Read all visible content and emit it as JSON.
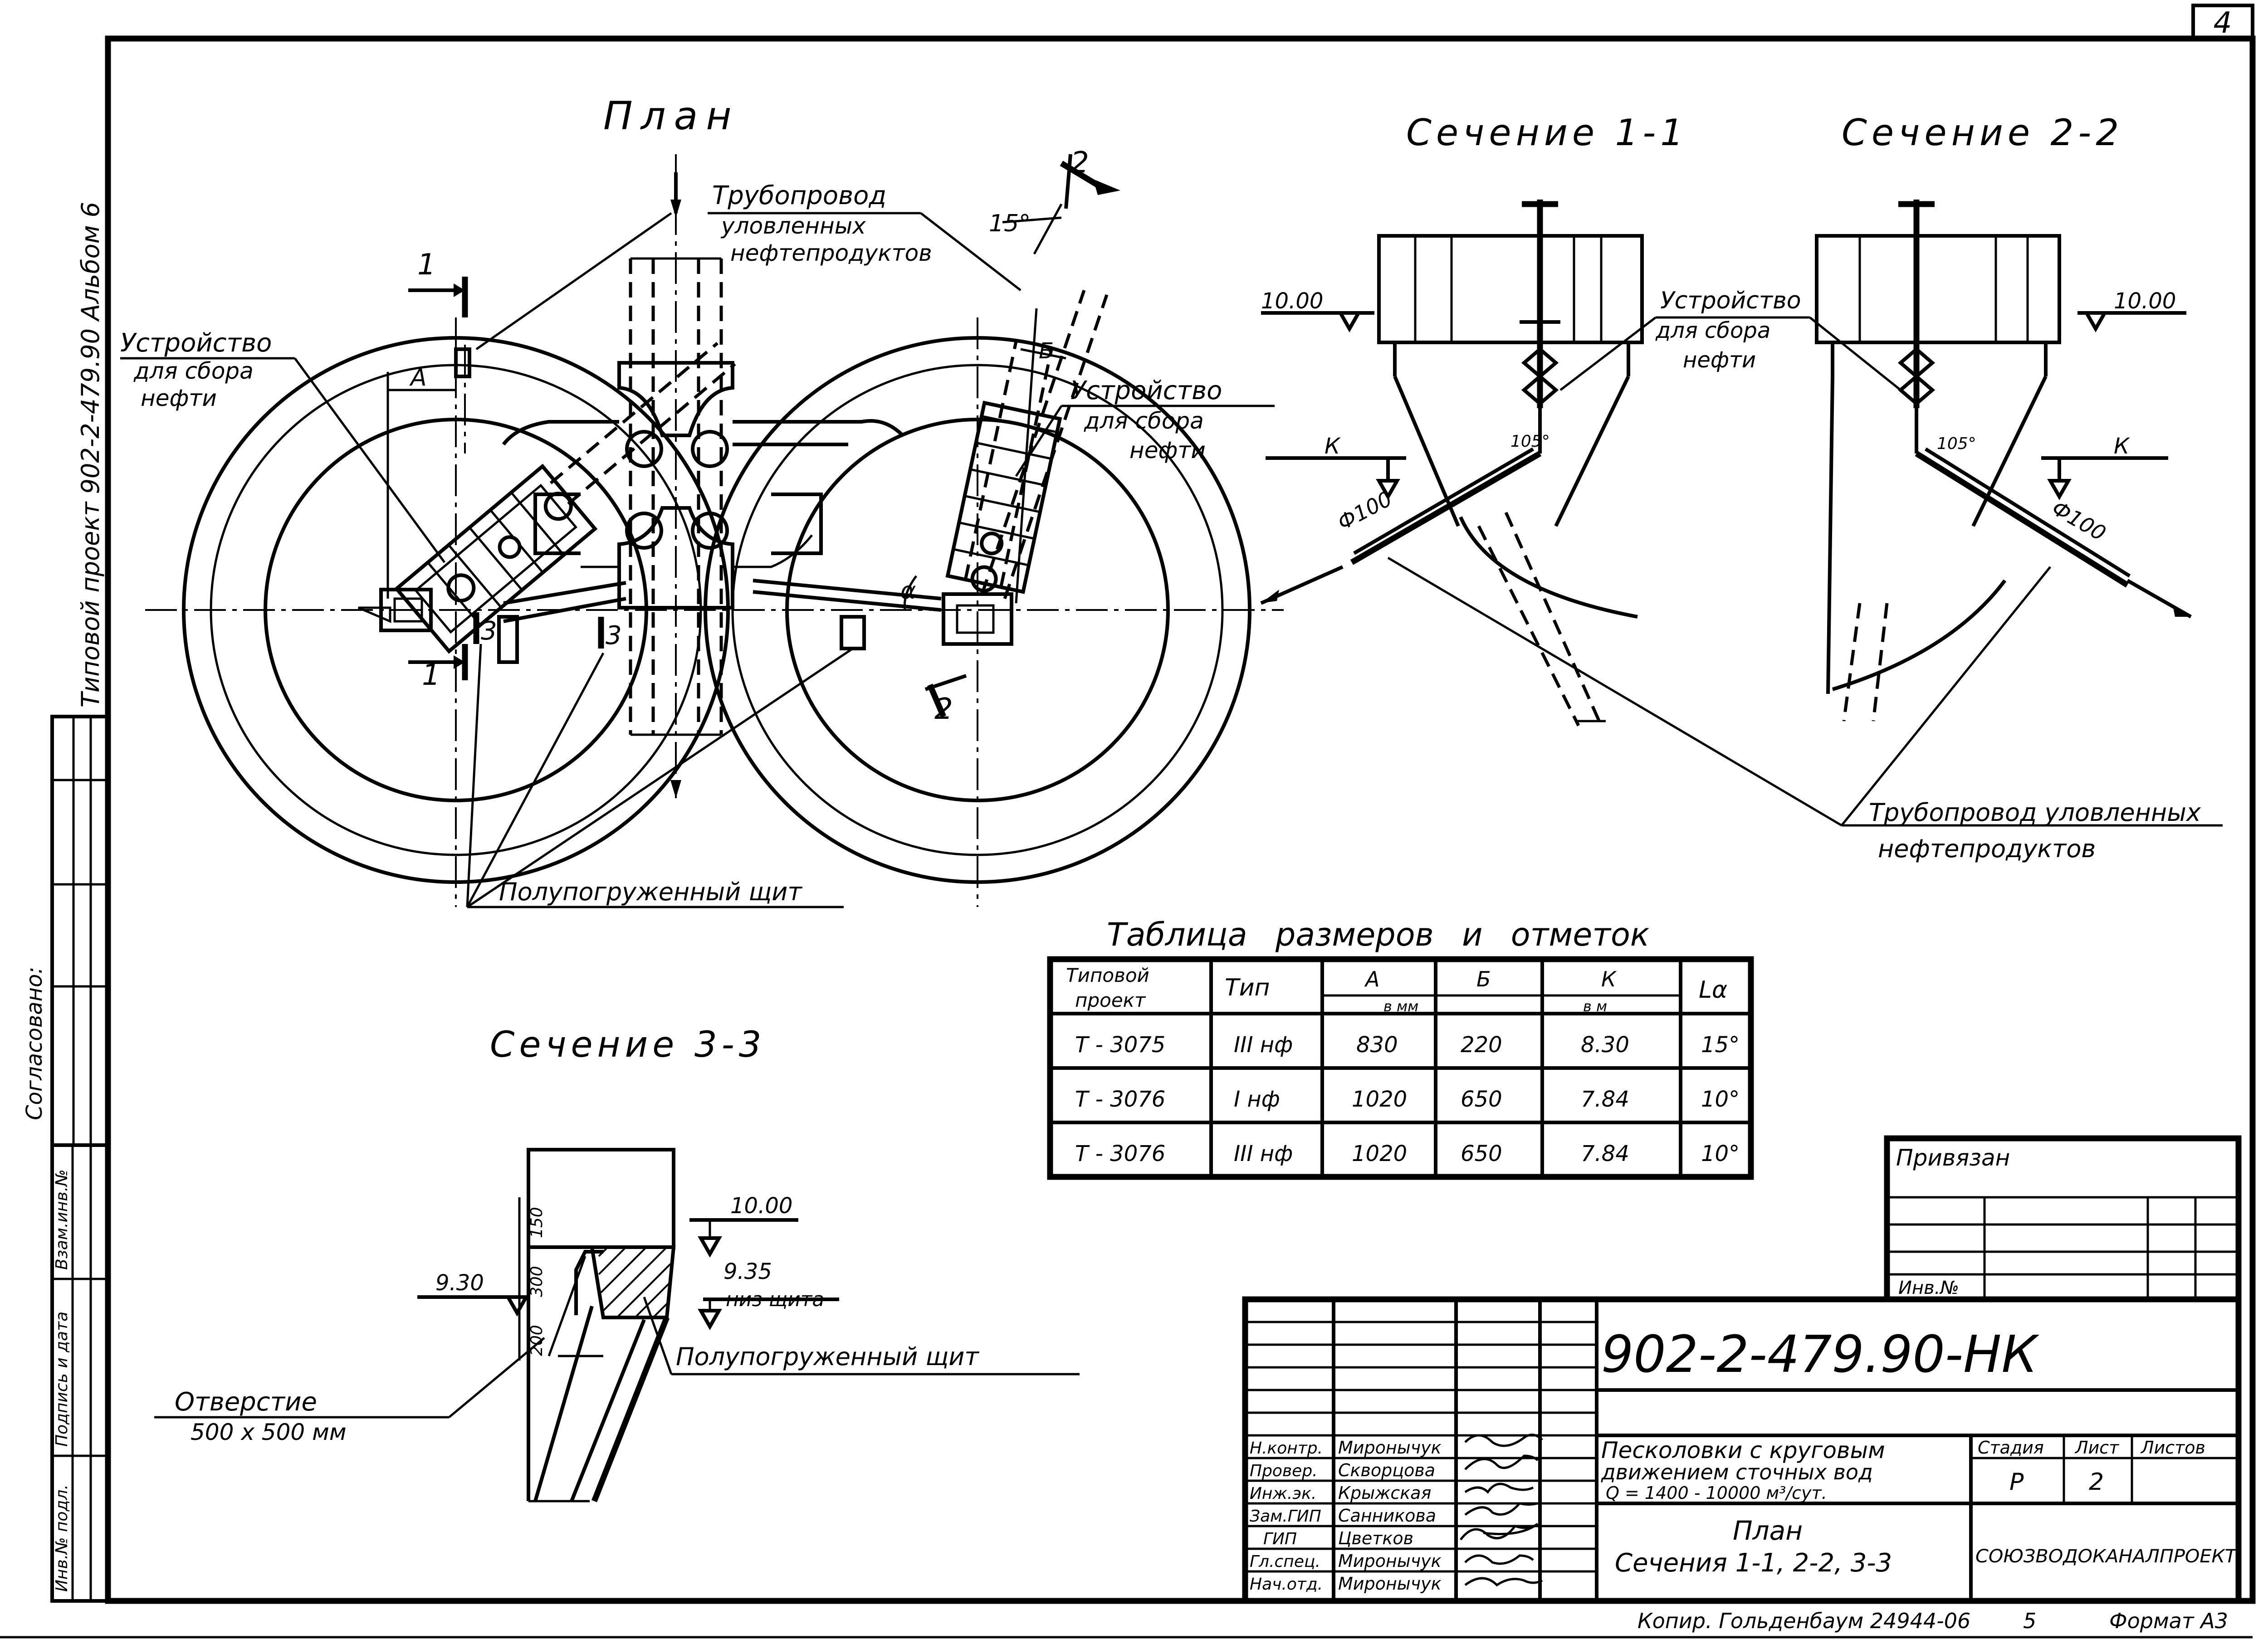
{
  "sheet_number": "4",
  "left_margin": {
    "project_ref": "Типовой проект 902-2-479.90 Альбом 6",
    "agreed": "Согласовано:",
    "inv_orig": "Инв.№ подл.",
    "sign_date": "Подпись и дата",
    "replace_inv": "Взам.инв.№"
  },
  "plan": {
    "title": "План",
    "pipe_label_1": "Трубопровод",
    "pipe_label_2": "уловленных",
    "pipe_label_3": "нефтепродуктов",
    "angle_15": "15°",
    "device_left_1": "Устройство",
    "device_left_2": "для сбора",
    "device_left_3": "нефти",
    "device_right_1": "Устройство",
    "device_right_2": "для сбора",
    "device_right_3": "нефти",
    "dim_a": "А",
    "dim_b": "Б",
    "alpha": "α",
    "cut1_top": "1",
    "cut1_bottom": "1",
    "cut2_top": "2",
    "cut2_bottom": "2",
    "cut3_a": "3",
    "cut3_b": "3",
    "shield_label": "Полупогруженный щит"
  },
  "section11": {
    "title": "Сечение 1-1",
    "level_1000": "10.00",
    "level_k": "К",
    "device_1": "Устройство",
    "device_2": "для сбора",
    "device_3": "нефти",
    "angle_105": "105°",
    "pipe_d": "Ф100"
  },
  "section22": {
    "title": "Сечение 2-2",
    "level_1000": "10.00",
    "level_k": "К",
    "angle_105": "105°",
    "pipe_d": "Ф100",
    "pipe_label_1": "Трубопровод уловленных",
    "pipe_label_2": "нефтепродуктов"
  },
  "section33": {
    "title": "Сечение 3-3",
    "level_1000": "10.00",
    "level_935": "9.35",
    "level_935_note": "низ щита",
    "level_930": "9.30",
    "dim_150": "150",
    "dim_300": "300",
    "dim_200": "200",
    "opening_1": "Отверстие",
    "opening_2": "500 х 500 мм",
    "shield_label": "Полупогруженный щит"
  },
  "table": {
    "title": "Таблица размеров и отметок",
    "headers": [
      "Типовой проект",
      "Тип",
      "А",
      "Б",
      "К",
      "Lα"
    ],
    "unit_mm": "в мм",
    "unit_m": "в м",
    "rows": [
      [
        "Т - 3075",
        "III нф",
        "830",
        "220",
        "8.30",
        "15°"
      ],
      [
        "Т - 3076",
        "I нф",
        "1020",
        "650",
        "7.84",
        "10°"
      ],
      [
        "Т - 3076",
        "III нф",
        "1020",
        "650",
        "7.84",
        "10°"
      ]
    ]
  },
  "titleblock": {
    "privyazan": "Привязан",
    "inv_no": "Инв.№",
    "code": "902-2-479.90-НК",
    "roles": [
      "Н.контр.",
      "Провер.",
      "Инж.эк.",
      "Зам.ГИП",
      "ГИП",
      "Гл.спец.",
      "Нач.отд."
    ],
    "names": [
      "Миронычук",
      "Скворцова",
      "Крыжская",
      "Санникова",
      "Цветков",
      "Миронычук",
      "Миронычук"
    ],
    "desc_1": "Песколовки с круговым",
    "desc_2": "движением сточных вод",
    "desc_3": "Q = 1400 - 10000 м³/сут.",
    "sheet_title_1": "План",
    "sheet_title_2": "Сечения 1-1, 2-2, 3-3",
    "stage_label": "Стадия",
    "sheet_label": "Лист",
    "sheets_label": "Листов",
    "stage": "Р",
    "sheet": "2",
    "org": "СОЮЗВОДОКАНАЛПРОЕКТ",
    "copy_line": "Копир. Гольденбаум 24944-06",
    "copy_num": "5",
    "format": "Формат А3"
  }
}
